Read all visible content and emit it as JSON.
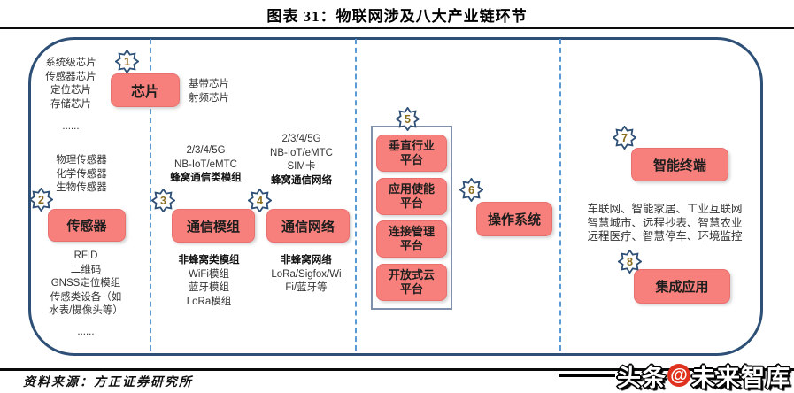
{
  "header": {
    "title": "图表 31：物联网涉及八大产业链环节"
  },
  "diagram": {
    "chip": {
      "num": "1",
      "label": "芯片",
      "left": [
        "系统级芯片",
        "传感器芯片",
        "定位芯片",
        "存储芯片",
        "......"
      ],
      "right": [
        "基带芯片",
        "射频芯片"
      ]
    },
    "sensor": {
      "num": "2",
      "label": "传感器",
      "top": [
        "物理传感器",
        "化学传感器",
        "生物传感器"
      ],
      "bottom": [
        "RFID",
        "二维码",
        "GNSS定位模组",
        "传感类设备（如",
        "水表/摄像头等）",
        "......"
      ]
    },
    "module": {
      "num": "3",
      "label": "通信模组",
      "top": [
        "2/3/4/5G",
        "NB-IoT/eMTC"
      ],
      "top_bold": "蜂窝通信类模组",
      "bottom_bold": "非蜂窝类模组",
      "bottom": [
        "WiFi模组",
        "蓝牙模组",
        "LoRa模组"
      ]
    },
    "network": {
      "num": "4",
      "label": "通信网络",
      "top": [
        "2/3/4/5G",
        "NB-IoT/eMTC",
        "SIM卡"
      ],
      "top_bold": "蜂窝通信网络",
      "bottom_bold": "非蜂窝网络",
      "bottom": [
        "LoRa/Sigfox/Wi",
        "Fi/蓝牙等"
      ]
    },
    "platform": {
      "num": "5",
      "boxes": [
        "垂直行业\n平台",
        "应用使能\n平台",
        "连接管理\n平台",
        "开放式云\n平台"
      ]
    },
    "os": {
      "num": "6",
      "label": "操作系统"
    },
    "terminal": {
      "num": "7",
      "label": "智能终端",
      "apps": [
        "车联网、智能家居、工业互联网",
        "智慧城市、远程抄表、智慧农业",
        "远程医疗、智慧停车、环境监控"
      ]
    },
    "integration": {
      "num": "8",
      "label": "集成应用"
    }
  },
  "footer": {
    "source": "资料来源：方正证券研究所",
    "watermark_prefix": "头条",
    "watermark_at": "@",
    "watermark_name": "未来智库"
  },
  "colors": {
    "box_fill": "#F8807C",
    "box_border": "#E8706F",
    "frame": "#2E5077",
    "dash": "#5B9BD5",
    "badge_number": "#8A6D1D",
    "watermark_red": "#E0301E"
  }
}
